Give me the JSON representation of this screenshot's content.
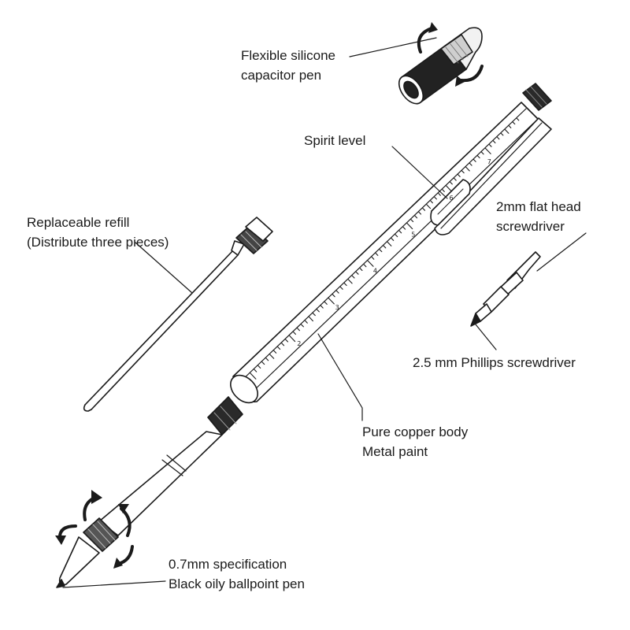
{
  "labels": {
    "capacitor_pen": [
      "Flexible silicone",
      "capacitor pen"
    ],
    "spirit_level": [
      "Spirit level"
    ],
    "refill": [
      "Replaceable refill",
      "(Distribute three pieces)"
    ],
    "flat_head": [
      "2mm flat head",
      "screwdriver"
    ],
    "phillips": [
      "2.5 mm Phillips screwdriver"
    ],
    "body": [
      "Pure copper body",
      "Metal paint"
    ],
    "tip": [
      "0.7mm specification",
      "Black oily ballpoint pen"
    ]
  },
  "ruler_numbers": [
    "2",
    "3",
    "4",
    "5",
    "6",
    "7"
  ],
  "colors": {
    "ink": "#1a1a1a",
    "background": "#ffffff"
  },
  "icons": [
    "rotate-arrow-icon",
    "rotate-arrow-icon"
  ]
}
